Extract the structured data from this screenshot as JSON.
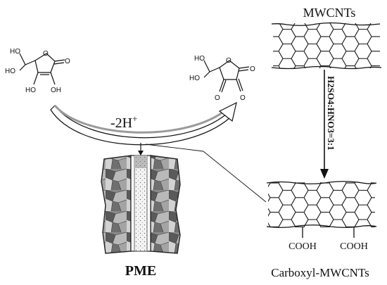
{
  "labels": {
    "mwcnts": "MWCNTs",
    "carboxyl_mwcnts": "Carboxyl-MWCNTs",
    "pme": "PME",
    "reaction_text": "-2H",
    "reaction_superscript": "+",
    "acid_ratio": "H2SO4:HNO3=3:1",
    "cooh_left": "COOH",
    "cooh_right": "COOH"
  },
  "molecule_left": {
    "ho_top": "HO",
    "ho_left": "HO",
    "ho_bottom": "OH",
    "ring_o": "O",
    "carbonyl_o": "O"
  },
  "molecule_right": {
    "ho_top": "HO",
    "ho_left": "HO",
    "ring_o": "O",
    "carbonyl_o": "O",
    "keto_o_left": "O",
    "keto_o_right": "O"
  }
}
